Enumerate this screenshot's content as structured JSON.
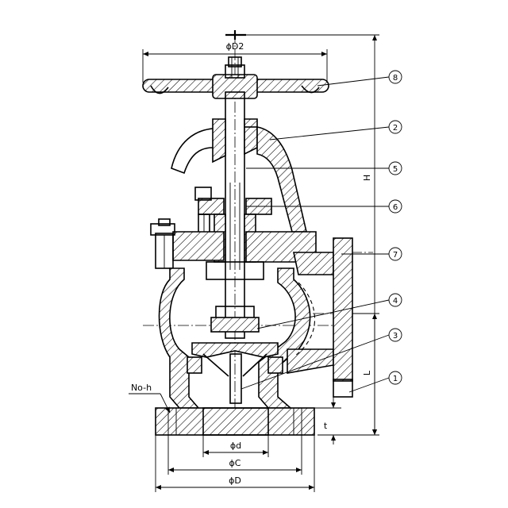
{
  "drawing": {
    "dimensions": {
      "handwheel_diameter": "ϕD2",
      "height": "H",
      "inlet_diameter": "ϕd",
      "bolt_circle_diameter": "ϕC",
      "flange_diameter": "ϕD",
      "face_to_center": "L",
      "flange_thickness": "t",
      "bolt_holes": "No-h"
    },
    "part_callouts": [
      "8",
      "2",
      "5",
      "6",
      "7",
      "4",
      "3",
      "1"
    ]
  }
}
